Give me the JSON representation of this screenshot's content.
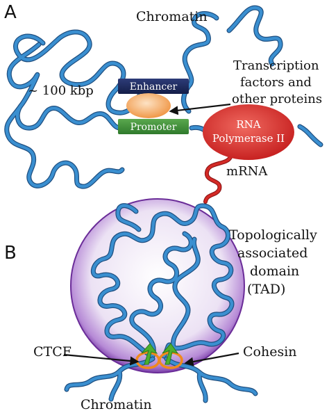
{
  "panel_a": {
    "label": "A",
    "chromatin_label": "Chromatin",
    "distance_label": "~ 100 kbp",
    "enhancer_label": "Enhancer",
    "promoter_label": "Promoter",
    "tf_label_line1": "Transcription",
    "tf_label_line2": "factors and",
    "tf_label_line3": "other proteins",
    "polymerase_line1": "RNA",
    "polymerase_line2": "Polymerase II",
    "mrna_label": "mRNA"
  },
  "panel_b": {
    "label": "B",
    "tad_line1": "Topologically",
    "tad_line2": "associated",
    "tad_line3": "domain",
    "tad_line4": "(TAD)",
    "ctcf_label": "CTCF",
    "cohesin_label": "Cohesin",
    "chromatin_label": "Chromatin"
  },
  "colors": {
    "chromatin": "#2f7fc0",
    "chromatin_dark": "#1f4f80",
    "enhancer": "#1c2a5e",
    "promoter": "#3f8f3c",
    "tf_blob": "#f4a860",
    "polymerase": "#d6282a",
    "mrna": "#c8201f",
    "tad_domain": "#8a4fb8",
    "ctcf": "#4caf30",
    "cohesin": "#f08a1c"
  }
}
